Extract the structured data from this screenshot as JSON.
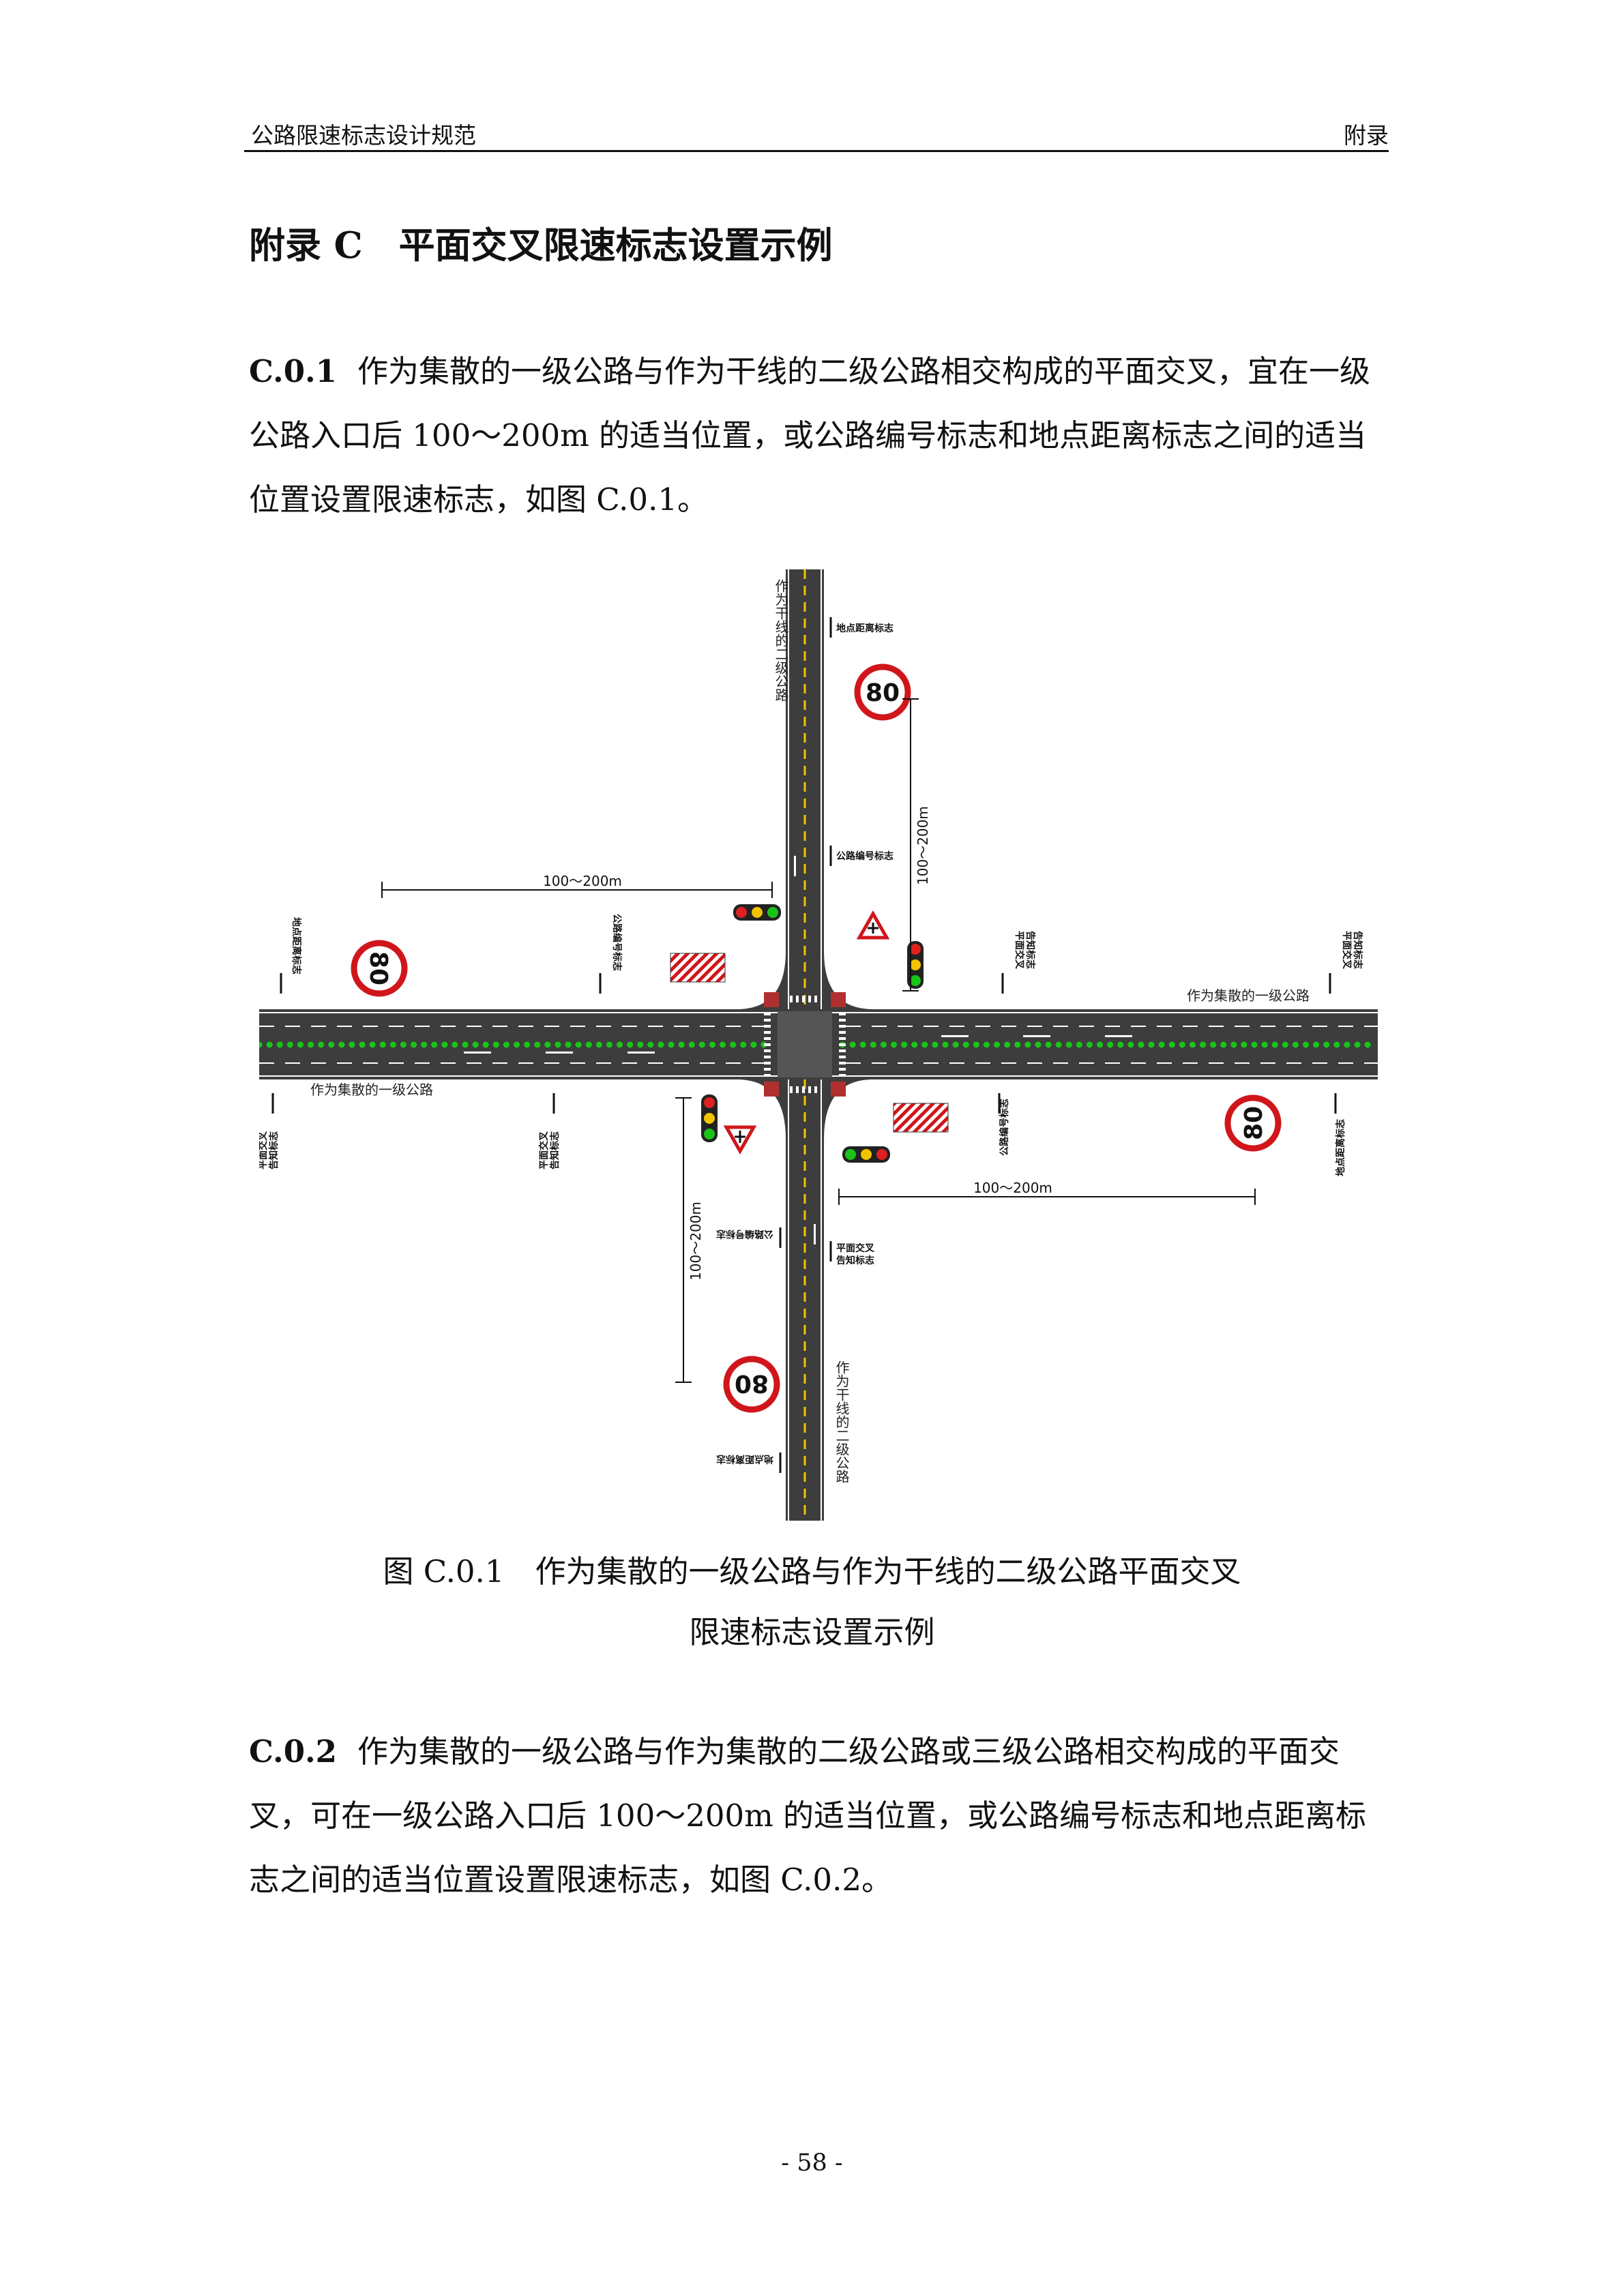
{
  "header": {
    "left": "公路限速标志设计规范",
    "right": "附录"
  },
  "title": "附录 C　平面交叉限速标志设置示例",
  "paragraphs": [
    {
      "num": "C.0.1",
      "text": "作为集散的一级公路与作为干线的二级公路相交构成的平面交叉，宜在一级公路入口后 100～200m 的适当位置，或公路编号标志和地点距离标志之间的适当位置设置限速标志，如图 C.0.1。"
    },
    {
      "num": "C.0.2",
      "text": "作为集散的一级公路与作为集散的二级公路或三级公路相交构成的平面交叉，可在一级公路入口后 100～200m 的适当位置，或公路编号标志和地点距离标志之间的适当位置设置限速标志，如图 C.0.2。"
    }
  ],
  "figure": {
    "speed_limit": "80",
    "distance": "100～200m",
    "labels": {
      "trunk_road": "作为干线的二级公路",
      "collector_road": "作为集散的一级公路",
      "location_sign": "地点距离标志",
      "route_sign": "公路编号标志",
      "crossing_sign": "平面交叉告知标志",
      "crossing_sign_l1": "平面交叉",
      "crossing_sign_l2": "告知标志"
    }
  },
  "caption": {
    "line1": "图 C.0.1　作为集散的一级公路与作为干线的二级公路平面交叉",
    "line2": "限速标志设置示例"
  },
  "page_number": "- 58 -",
  "colors": {
    "road": "#3d3d3d",
    "median": "#19c419",
    "sign_red": "#d0161b",
    "center_line": "#f3c300"
  }
}
